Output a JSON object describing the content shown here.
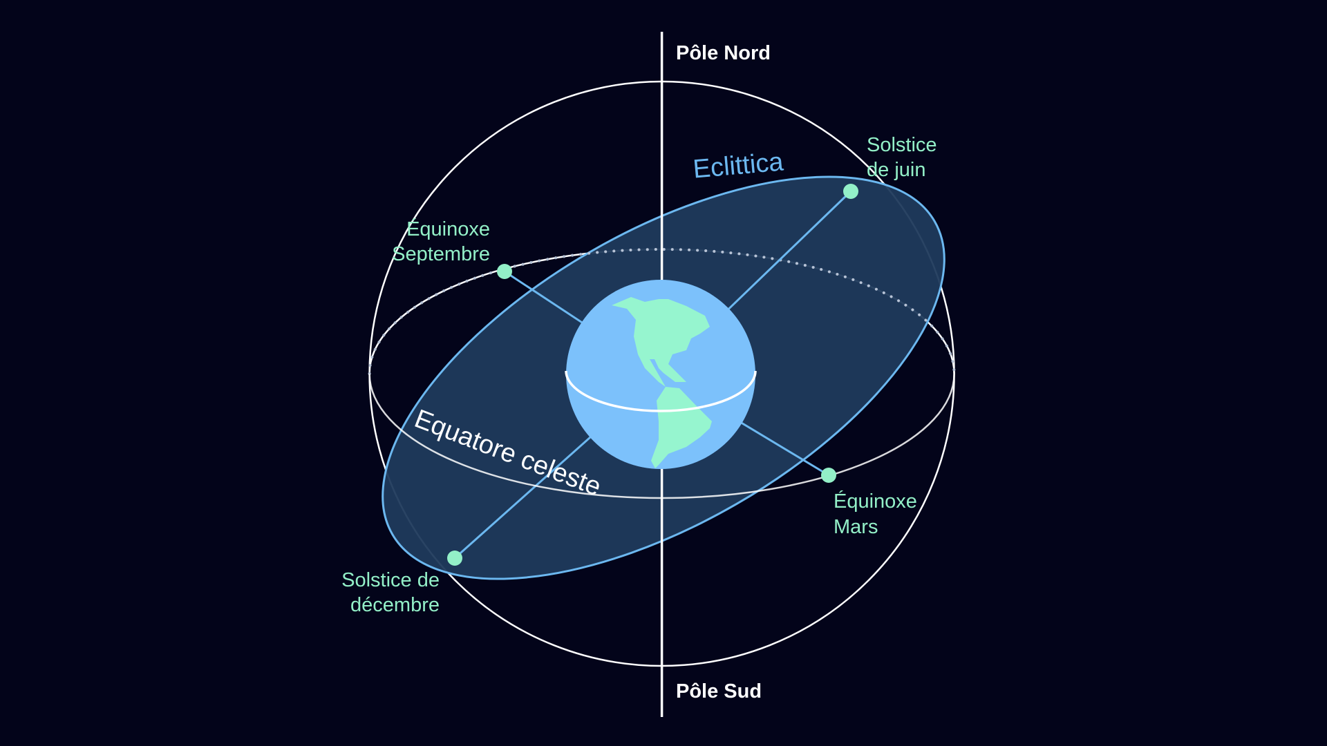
{
  "poles": {
    "north": "Pôle Nord",
    "south": "Pôle Sud"
  },
  "ecliptic_label": "Eclittica",
  "equator_label": "Equatore celeste",
  "points": {
    "june_solstice": [
      "Solstice",
      "de juin"
    ],
    "september_equinox": [
      "Équinoxe",
      "Septembre"
    ],
    "march_equinox": [
      "Équinoxe",
      "Mars"
    ],
    "december_solstice": [
      "Solstice de",
      "décembre"
    ]
  },
  "colors": {
    "background": "#03041a",
    "ecliptic_fill": "#1f3a5c",
    "ecliptic_stroke": "#6cb8f0",
    "earth": "#7cc1fb",
    "land": "#96f5cf",
    "marker": "#93f0c8"
  }
}
